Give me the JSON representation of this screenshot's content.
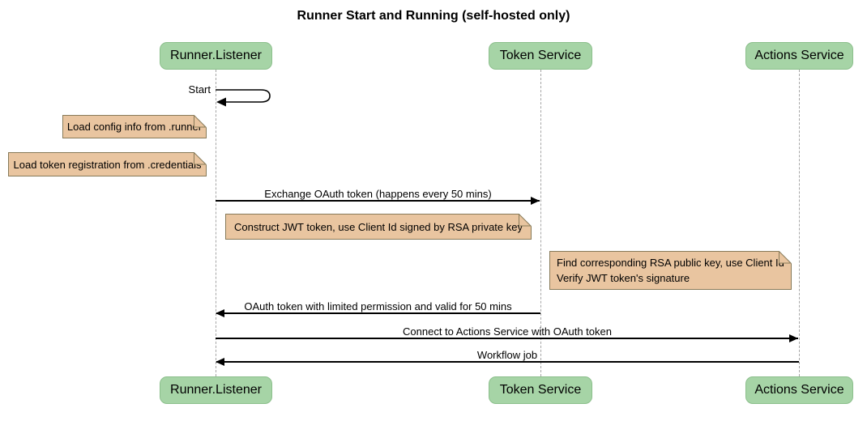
{
  "title": "Runner Start and Running (self-hosted only)",
  "diagram_type": "sequence",
  "colors": {
    "background": "#ffffff",
    "participant_fill": "#a6d4a6",
    "participant_border": "#8cbf8c",
    "note_fill": "#e9c5a0",
    "note_border": "#877a58",
    "lifeline": "#a6a6a6",
    "arrow": "#000000",
    "text": "#000000"
  },
  "participants": [
    {
      "name": "Runner.Listener"
    },
    {
      "name": "Token Service"
    },
    {
      "name": "Actions Service"
    }
  ],
  "messages": [
    {
      "label": "Start",
      "from": "Runner.Listener",
      "to": "Runner.Listener",
      "type": "self"
    },
    {
      "label": "Exchange OAuth token (happens every 50 mins)",
      "from": "Runner.Listener",
      "to": "Token Service",
      "type": "solid-right"
    },
    {
      "label": "OAuth token with limited permission and valid for 50 mins",
      "from": "Token Service",
      "to": "Runner.Listener",
      "type": "solid-left"
    },
    {
      "label": "Connect to Actions Service with OAuth token",
      "from": "Runner.Listener",
      "to": "Actions Service",
      "type": "solid-right"
    },
    {
      "label": "Workflow job",
      "from": "Actions Service",
      "to": "Runner.Listener",
      "type": "solid-left"
    }
  ],
  "notes": [
    {
      "over": "Runner.Listener",
      "lines": [
        "Load config info from .runner"
      ]
    },
    {
      "over": "Runner.Listener",
      "lines": [
        "Load token registration from .credentials"
      ]
    },
    {
      "over": "Runner.Listener,Token Service",
      "lines": [
        "Construct JWT token, use Client Id signed by RSA private key"
      ]
    },
    {
      "over": "Token Service,Actions Service",
      "lines": [
        "Find corresponding RSA public key, use Client Id",
        "Verify JWT token's signature"
      ]
    }
  ]
}
